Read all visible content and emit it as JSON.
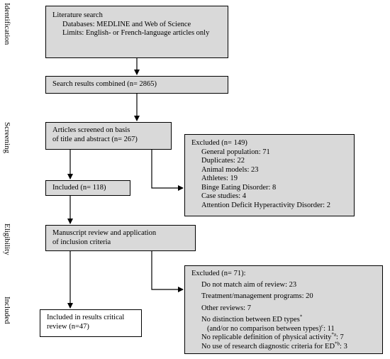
{
  "stages": {
    "identification": "Identification",
    "screening": "Screening",
    "eligibility": "Eligibility",
    "included": "Included"
  },
  "literature_search": {
    "title": "Literature search",
    "databases": "Databases: MEDLINE and Web of Science",
    "limits": "Limits: English- or French-language articles only"
  },
  "search_results": "Search results combined (n= 2865)",
  "screened": {
    "line1": "Articles screened on basis",
    "line2": "of title and abstract (n= 267)"
  },
  "excluded_1": {
    "title": "Excluded (n= 149)",
    "items": [
      "General population: 71",
      "Duplicates: 22",
      "Animal models: 23",
      "Athletes: 19",
      "Binge Eating Disorder: 8",
      "Case studies: 4",
      "Attention Deficit Hyperactivity Disorder: 2"
    ]
  },
  "included_1": "Included (n= 118)",
  "manuscript_review": {
    "line1": "Manuscript review and application",
    "line2": "of inclusion criteria"
  },
  "excluded_2": {
    "title": "Excluded (n= 71):",
    "item1": "Do not match aim of review: 23",
    "item2": "Treatment/management programs: 20",
    "item3": "Other reviews: 7",
    "item4_line1": "No distinction between ED types",
    "item4_line1_sup": "*",
    "item4_line2": "(and/or no comparison between types)",
    "item4_line2_sup": "c",
    "item4_line2_end": ": 11",
    "item5": "No replicable definition of physical activity",
    "item5_sup": "*a",
    "item5_end": ": 7",
    "item6": "No use of research diagnostic criteria for ED",
    "item6_sup": "*b",
    "item6_end": ": 3"
  },
  "included_final": {
    "line1": "Included in results critical",
    "line2": "review (n=47)"
  }
}
